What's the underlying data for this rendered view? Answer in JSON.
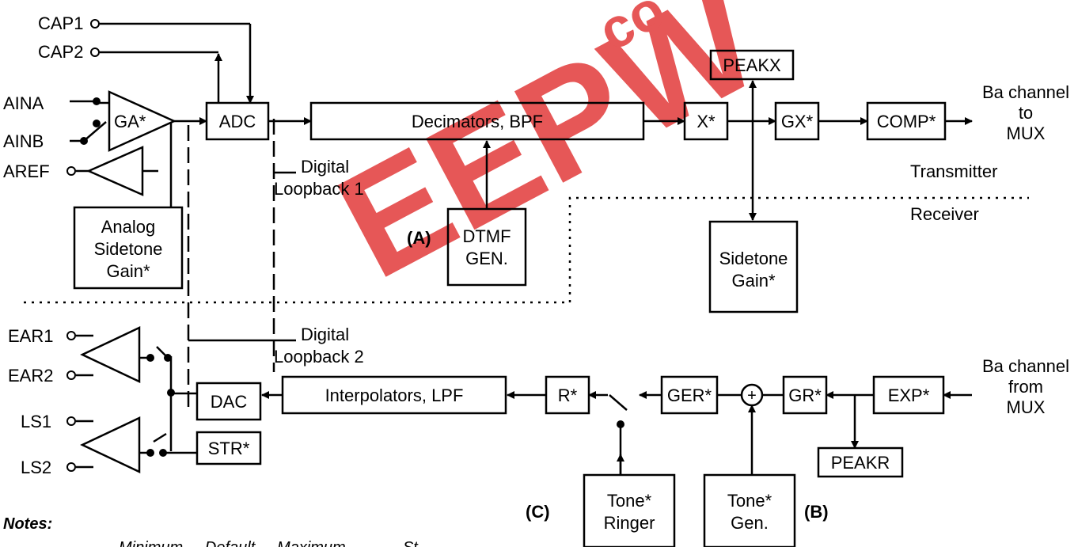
{
  "pins": {
    "cap1": "CAP1",
    "cap2": "CAP2",
    "aina": "AINA",
    "ainb": "AINB",
    "aref": "AREF",
    "ear1": "EAR1",
    "ear2": "EAR2",
    "ls1": "LS1",
    "ls2": "LS2"
  },
  "blocks": {
    "ga": "GA*",
    "adc": "ADC",
    "decimators": "Decimators, BPF",
    "x": "X*",
    "gx": "GX*",
    "comp": "COMP*",
    "peakx": "PEAKX",
    "analog_sidetone": [
      "Analog",
      "Sidetone",
      "Gain*"
    ],
    "dtmf": [
      "DTMF",
      "GEN."
    ],
    "sidetone": [
      "Sidetone",
      "Gain*"
    ],
    "dac": "DAC",
    "str": "STR*",
    "interpolators": "Interpolators, LPF",
    "r": "R*",
    "ger": "GER*",
    "gr": "GR*",
    "exp": "EXP*",
    "peakr": "PEAKR",
    "tone_ringer": [
      "Tone*",
      "Ringer"
    ],
    "tone_gen": [
      "Tone*",
      "Gen."
    ]
  },
  "labels": {
    "ba_to_mux": [
      "Ba channel",
      "to",
      "MUX"
    ],
    "ba_from_mux": [
      "Ba channel",
      "from",
      "MUX"
    ],
    "transmitter": "Transmitter",
    "receiver": "Receiver",
    "digital_loopback_1": [
      "Digital",
      "Loopback 1"
    ],
    "digital_loopback_2": [
      "Digital",
      "Loopback 2"
    ],
    "marker_a": "(A)",
    "marker_b": "(B)",
    "marker_c": "(C)",
    "adder_symbol": "+"
  },
  "notes": {
    "title": "Notes:",
    "partial_line": "Minimum     Default     Maximum             St"
  },
  "watermark": {
    "text": "EEPW",
    "suffix": ".co",
    "color": "#e23a3a"
  }
}
